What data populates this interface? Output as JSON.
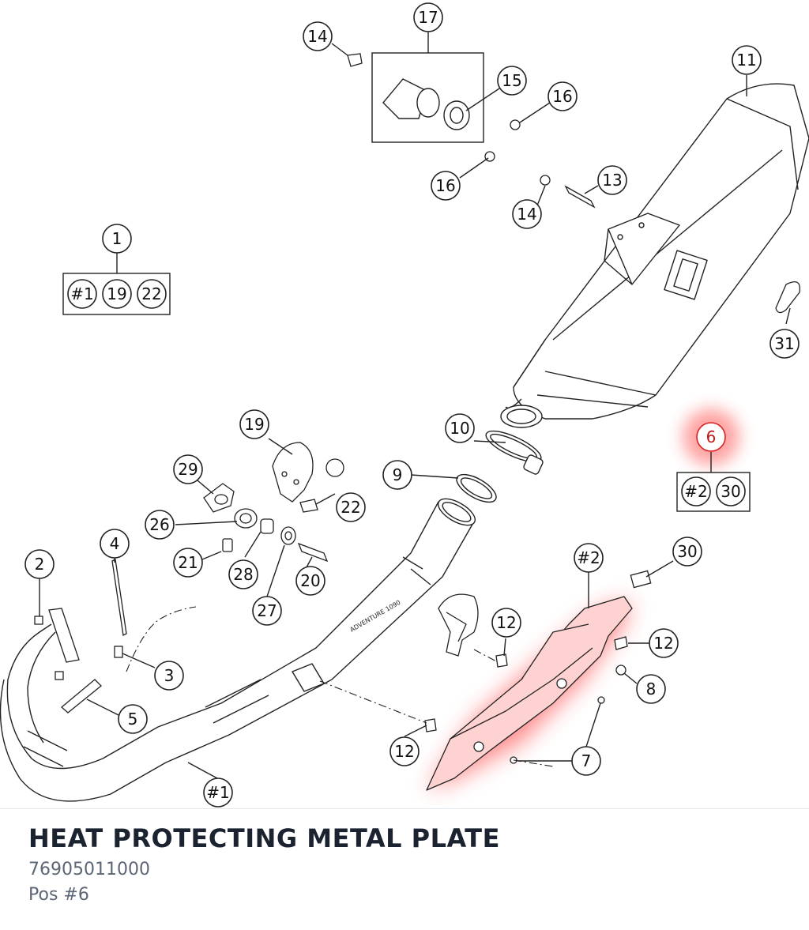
{
  "highlight_color": "#ff3030",
  "callouts": {
    "c17": "17",
    "c14a": "14",
    "c15": "15",
    "c16a": "16",
    "c16b": "16",
    "c13": "13",
    "c14b": "14",
    "c11": "11",
    "c1": "1",
    "c31": "31",
    "c19": "19",
    "c10": "10",
    "c6": "6",
    "c29": "29",
    "c9": "9",
    "c22": "22",
    "c26": "26",
    "c4": "4",
    "c2": "2",
    "c21": "21",
    "c28": "28",
    "c20": "20",
    "c27": "27",
    "c3": "3",
    "c5": "5",
    "c1b": "#1",
    "c2b": "#2",
    "c30": "30",
    "c12a": "12",
    "c12b": "12",
    "c12c": "12",
    "c8": "8",
    "c7": "7"
  },
  "set1": [
    "#1",
    "19",
    "22"
  ],
  "set6": [
    "#2",
    "30"
  ],
  "pipe_text": "ADVENTURE 1090",
  "part": {
    "title": "HEAT PROTECTING METAL PLATE",
    "number": "76905011000",
    "position": "Pos #6"
  }
}
